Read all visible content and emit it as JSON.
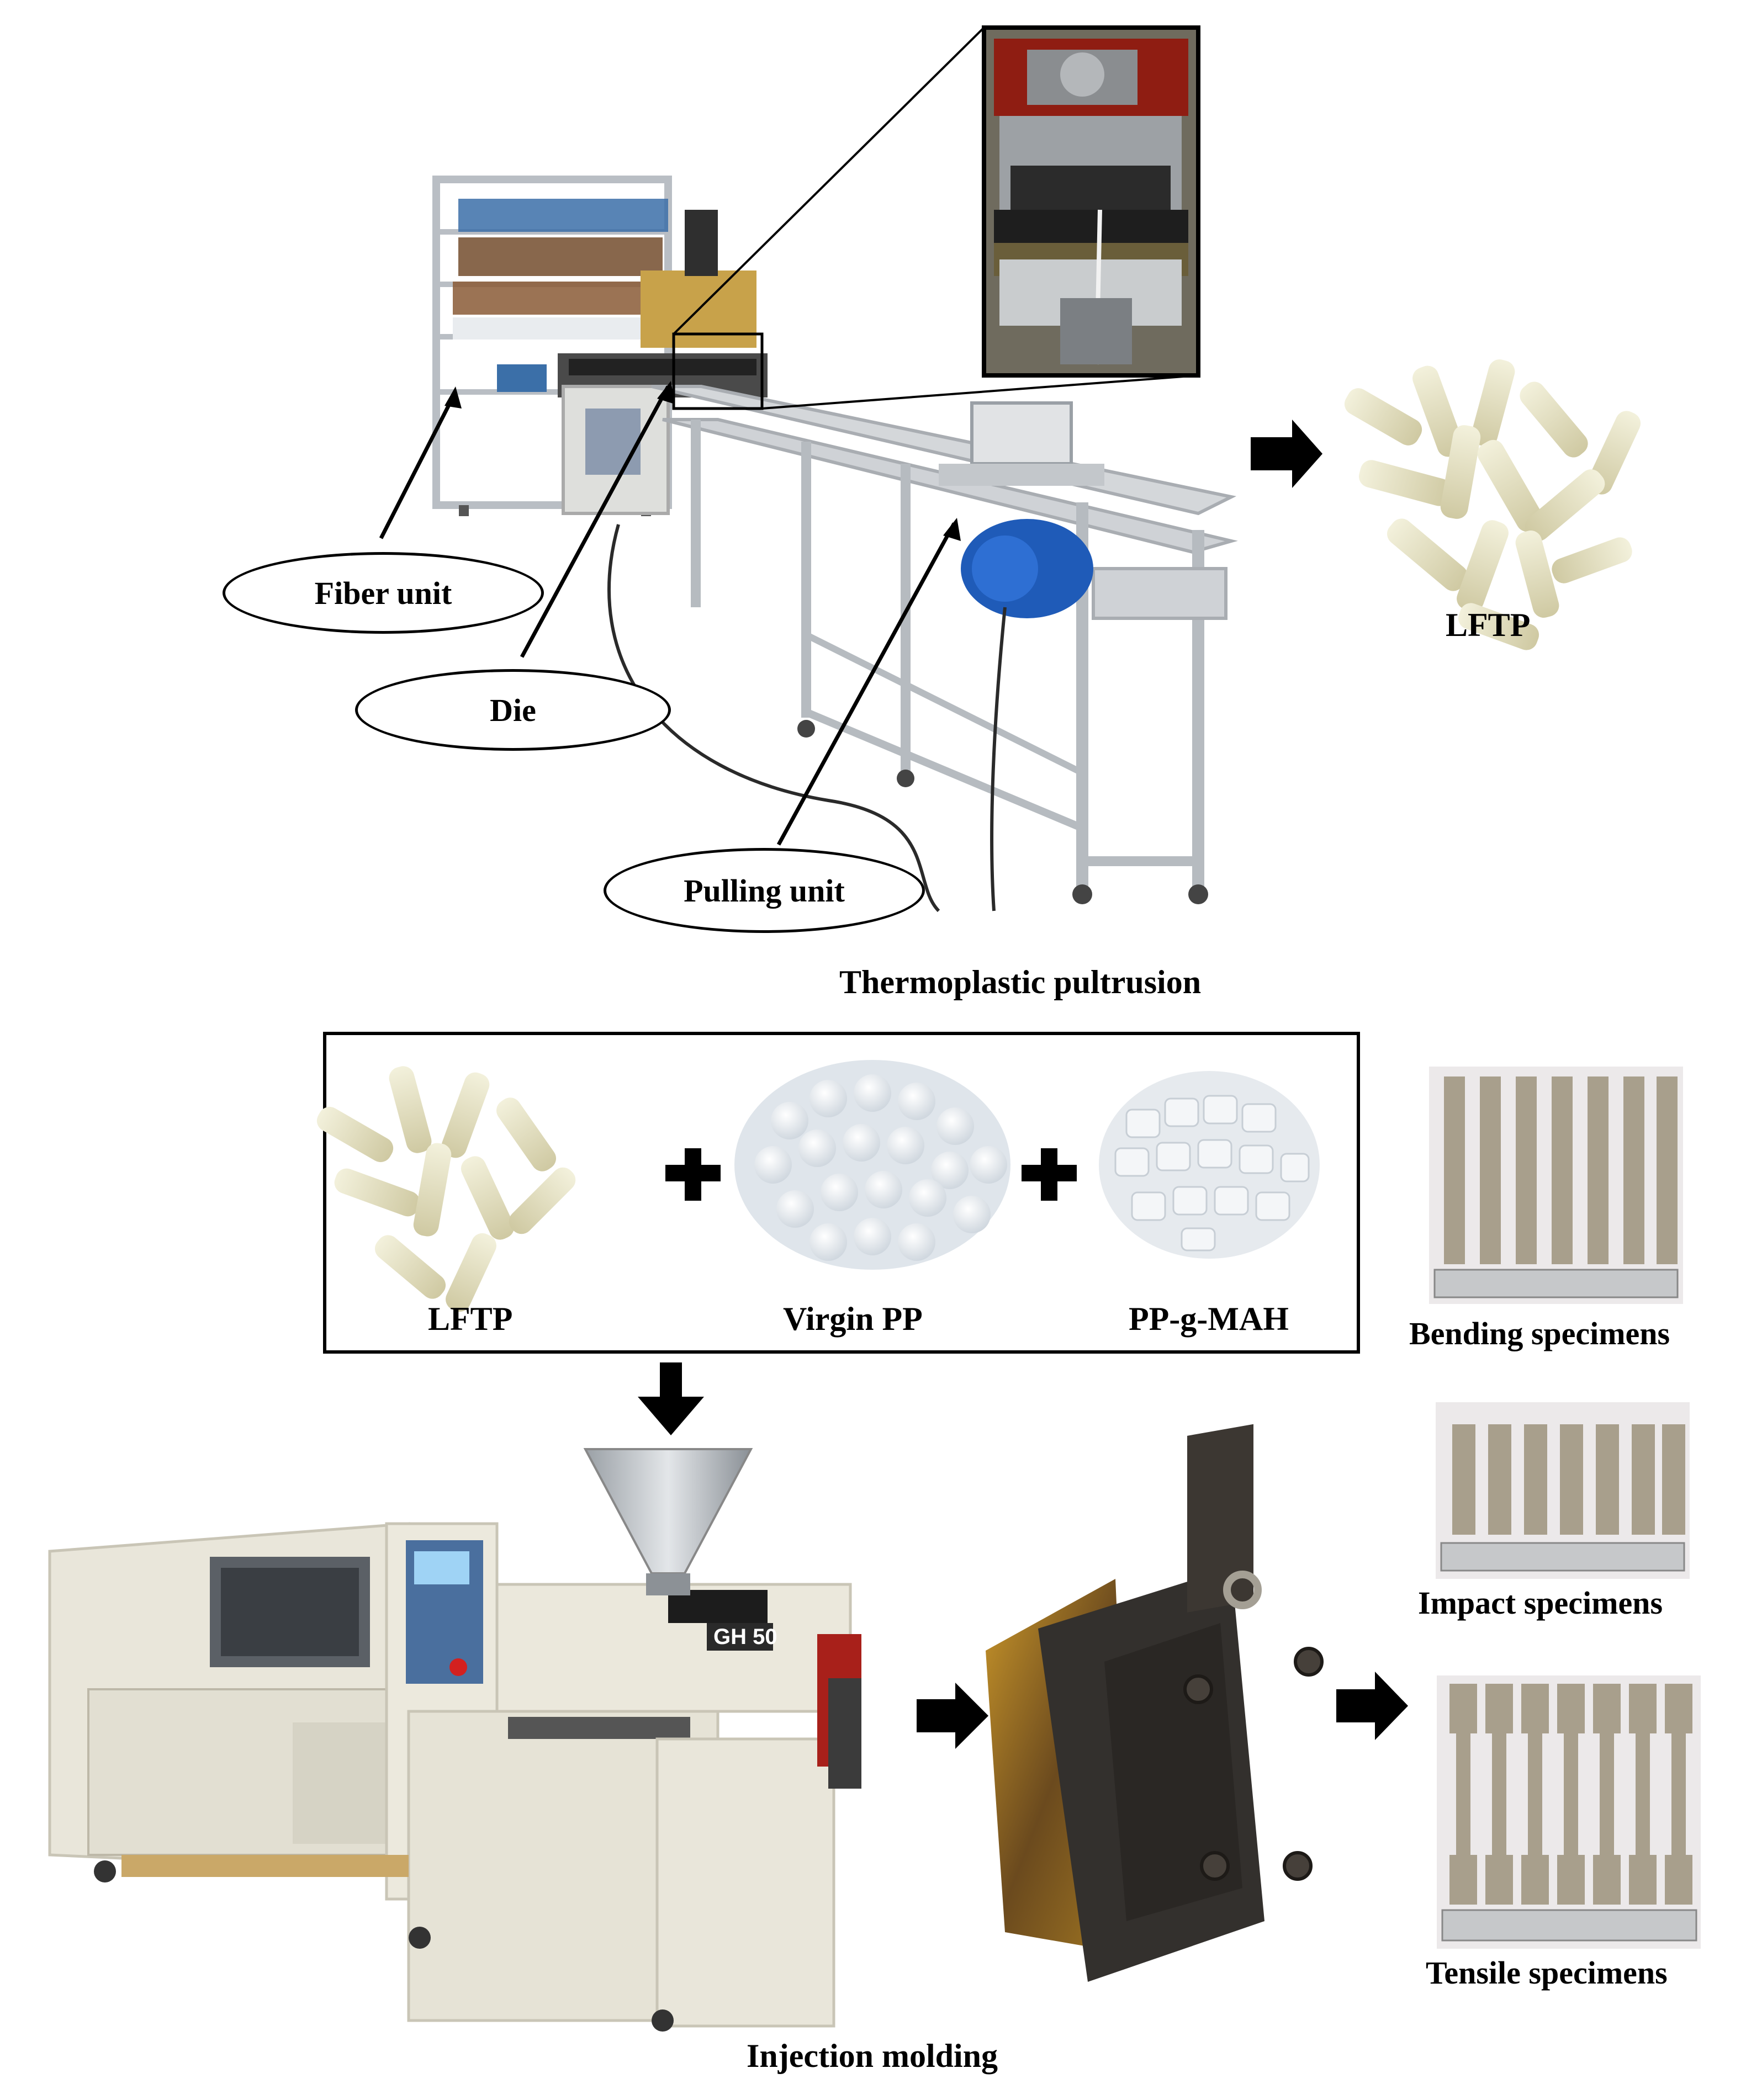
{
  "pultrusion": {
    "caption": "Thermoplastic pultrusion",
    "callouts": [
      "Fiber unit",
      "Die",
      "Pulling unit"
    ],
    "product_label": "LFTP"
  },
  "materials": {
    "items": [
      "LFTP",
      "Virgin PP",
      "PP-g-MAH"
    ]
  },
  "molding": {
    "caption": "Injection molding",
    "machine_badge": "GH 50"
  },
  "specimens": {
    "bending": "Bending specimens",
    "impact": "Impact specimens",
    "tensile": "Tensile specimens"
  },
  "colors": {
    "arrow": "#000000",
    "pellet": "#e7e3c2",
    "pp_granule": "#e6ebf0",
    "machine_body": "#ebe8dc",
    "mold_steel": "#3a342e",
    "mold_rust": "#b8860b",
    "frame": "#c8ccd0",
    "specimen": "#a89f8c"
  }
}
